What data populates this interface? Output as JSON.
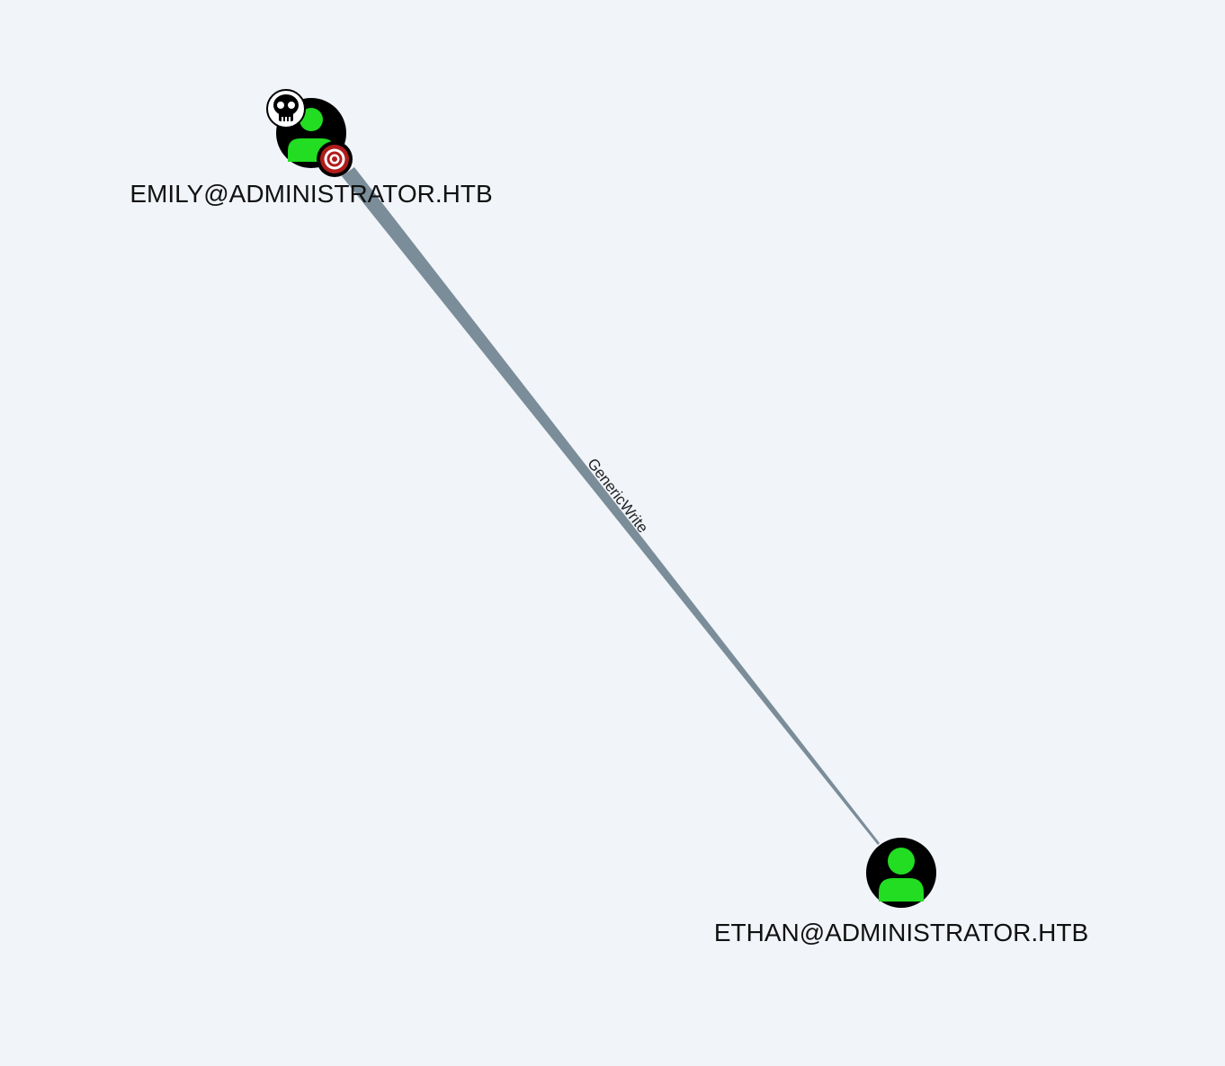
{
  "graph": {
    "background_color": "#f1f4f9",
    "nodes": [
      {
        "id": "emily",
        "label": "EMILY@ADMINISTRATOR.HTB",
        "type": "user",
        "icon": "user-icon",
        "badges": [
          "skull-icon",
          "target-icon"
        ],
        "icon_color": "#22dd22",
        "circle_color": "#000000"
      },
      {
        "id": "ethan",
        "label": "ETHAN@ADMINISTRATOR.HTB",
        "type": "user",
        "icon": "user-icon",
        "badges": [],
        "icon_color": "#22dd22",
        "circle_color": "#000000"
      }
    ],
    "edges": [
      {
        "from": "emily",
        "to": "ethan",
        "label": "GenericWrite",
        "color": "#7a8d99"
      }
    ]
  }
}
